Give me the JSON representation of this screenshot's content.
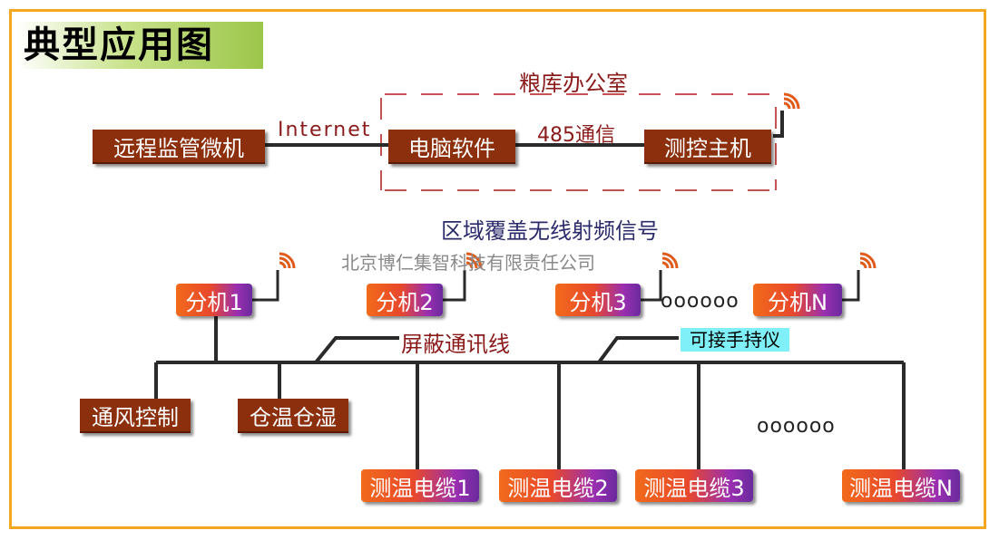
{
  "title": "典型应用图",
  "office": {
    "label": "粮库办公室"
  },
  "top_nodes": {
    "remote": "远程监管微机",
    "pc": "电脑软件",
    "host": "测控主机",
    "link_internet": "Internet",
    "link_485": "485通信"
  },
  "coverage_label": "区域覆盖无线射频信号",
  "watermark": "北京博仁集智科技有限责任公司",
  "sub_units": [
    "分机1",
    "分机2",
    "分机3",
    "分机N"
  ],
  "ellipsis": "oooooo",
  "shield_label": "屏蔽通讯线",
  "handheld_label": "可接手持仪",
  "controls": [
    "通风控制",
    "仓温仓湿"
  ],
  "cables": [
    "测温电缆1",
    "测温电缆2",
    "测温电缆3",
    "测温电缆N"
  ],
  "colors": {
    "frame": "#f5a623",
    "brown_box": "#8b2f0c",
    "line": "#2a2a2a",
    "wifi": "#e05a1a",
    "dashed": "#b01818"
  }
}
